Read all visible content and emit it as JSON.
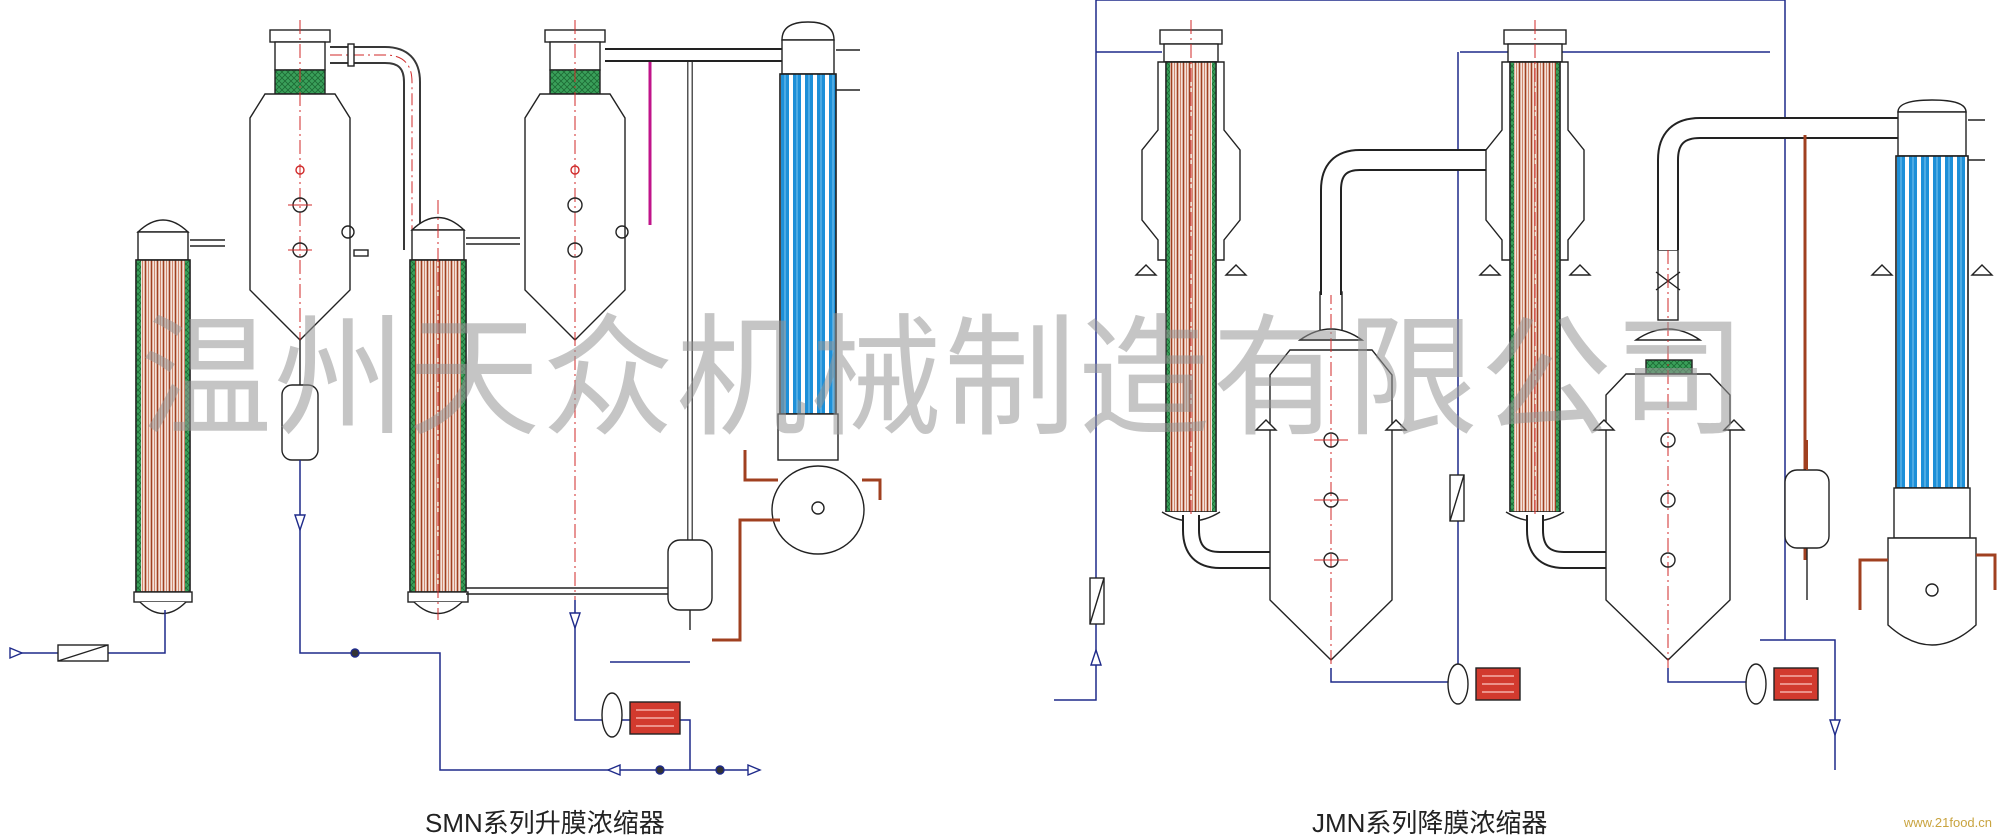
{
  "watermark": "温州天众机械制造有限公司",
  "captions": {
    "left": "SMN系列升膜浓缩器",
    "right": "JMN系列降膜浓缩器"
  },
  "site_mark": "www.21food.cn",
  "colors": {
    "tube_red": "#a04020",
    "tube_blue": "#1e90d8",
    "packing_green": "#2f9a4a",
    "pipe_blue": "#1e2a8a",
    "motor_red": "#d23a2e",
    "centerline_red": "#d02a2a"
  }
}
